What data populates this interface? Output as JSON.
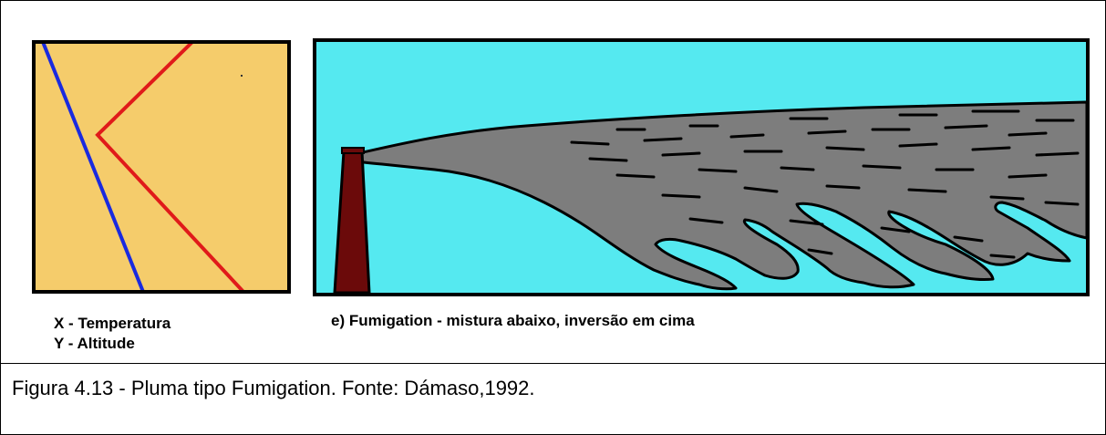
{
  "legend": {
    "x_label": "X - Temperatura",
    "y_label": "Y - Altitude"
  },
  "scene": {
    "label": "e) Fumigation - mistura abaixo, inversão em cima"
  },
  "caption": "Figura 4.13 - Pluma tipo Fumigation. Fonte: Dámaso,1992.",
  "colors": {
    "graph_background": "#f5cc6b",
    "sky": "#55e9f0",
    "plume": "#7d7d7d",
    "stack": "#6b0a0a",
    "environment_profile": "#e01a1a",
    "adiabatic_line": "#1a2adf"
  }
}
